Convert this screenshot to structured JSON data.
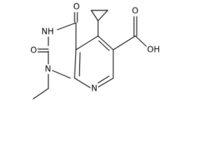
{
  "structure": {
    "atoms": {
      "oxygen_top": "O",
      "nh": "NH",
      "oxygen_left": "O",
      "n_ethyl": "N",
      "n_pyridine": "N",
      "acid_oxygen": "O",
      "acid_oh": "OH"
    }
  },
  "colors": {
    "ink": "#000000",
    "background": "#ffffff"
  }
}
